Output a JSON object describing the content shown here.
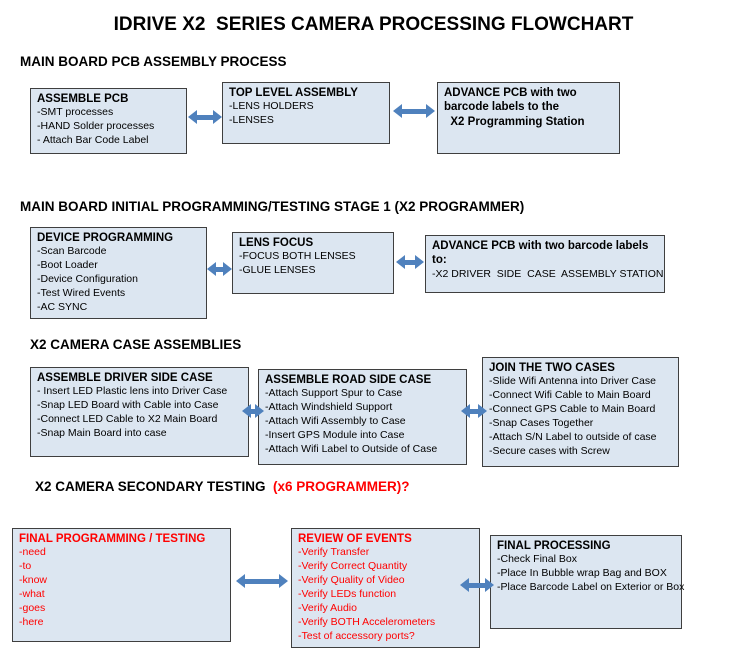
{
  "page_title": "IDRIVE X2  SERIES CAMERA PROCESSING FLOWCHART",
  "colors": {
    "box_fill": "#dce6f1",
    "box_border": "#3f3f3f",
    "arrow_blue": "#4f81bd",
    "alert_red": "#ff0000"
  },
  "sections": [
    {
      "heading": "MAIN BOARD PCB ASSEMBLY PROCESS",
      "boxes": [
        {
          "title": "ASSEMBLE PCB",
          "items": [
            "-SMT processes",
            "-HAND Solder processes",
            "- Attach Bar Code Label"
          ]
        },
        {
          "title": "TOP LEVEL ASSEMBLY",
          "items": [
            "-LENS HOLDERS",
            "-LENSES"
          ]
        },
        {
          "title": "ADVANCE PCB with two\nbarcode labels to the\n  X2 Programming Station",
          "items": []
        }
      ]
    },
    {
      "heading": "MAIN BOARD INITIAL PROGRAMMING/TESTING STAGE 1 (X2 PROGRAMMER)",
      "boxes": [
        {
          "title": "DEVICE PROGRAMMING",
          "items": [
            "-Scan Barcode",
            "-Boot Loader",
            "-Device Configuration",
            "-Test Wired Events",
            "-AC SYNC"
          ]
        },
        {
          "title": "LENS FOCUS",
          "items": [
            "-FOCUS BOTH LENSES",
            "-GLUE LENSES"
          ]
        },
        {
          "title": "ADVANCE PCB with two barcode labels to:",
          "items": [
            "-X2 DRIVER  SIDE  CASE  ASSEMBLY STATION"
          ]
        }
      ]
    },
    {
      "heading": "X2 CAMERA CASE ASSEMBLIES",
      "boxes": [
        {
          "title": "ASSEMBLE DRIVER SIDE CASE",
          "items": [
            "- Insert LED Plastic lens into Driver Case",
            "-Snap LED Board with Cable into Case",
            "-Connect LED Cable to X2 Main Board",
            "-Snap Main Board into case"
          ]
        },
        {
          "title": "ASSEMBLE ROAD SIDE CASE",
          "items": [
            "-Attach Support Spur to Case",
            "-Attach Windshield Support",
            "-Attach Wifi Assembly to Case",
            "-Insert GPS Module into Case",
            "-Attach Wifi Label to Outside of Case"
          ]
        },
        {
          "title": "JOIN THE TWO CASES",
          "items": [
            "-Slide Wifi Antenna into Driver Case",
            "-Connect Wifi Cable to Main Board",
            "-Connect GPS Cable to Main Board",
            "-Snap Cases Together",
            "-Attach S/N Label to outside of case",
            "-Secure cases with Screw"
          ]
        }
      ]
    },
    {
      "heading": "X2 CAMERA SECONDARY TESTING",
      "heading_red": "  (x6 PROGRAMMER)?",
      "boxes": [
        {
          "title": "FINAL PROGRAMMING / TESTING",
          "items": [
            "-need",
            "-to",
            "-know",
            "-what",
            "-goes",
            "-here"
          ]
        },
        {
          "title": "REVIEW OF EVENTS",
          "items": [
            "-Verify Transfer",
            "-Verify Correct Quantity",
            "-Verify Quality of Video",
            "-Verify LEDs function",
            "-Verify Audio",
            "-Verify BOTH Accelerometers",
            "-Test of accessory ports?"
          ]
        },
        {
          "title": "FINAL PROCESSING",
          "items": [
            "-Check Final Box",
            "-Place In Bubble wrap Bag and BOX",
            "-Place Barcode Label on Exterior or Box"
          ]
        }
      ]
    }
  ]
}
